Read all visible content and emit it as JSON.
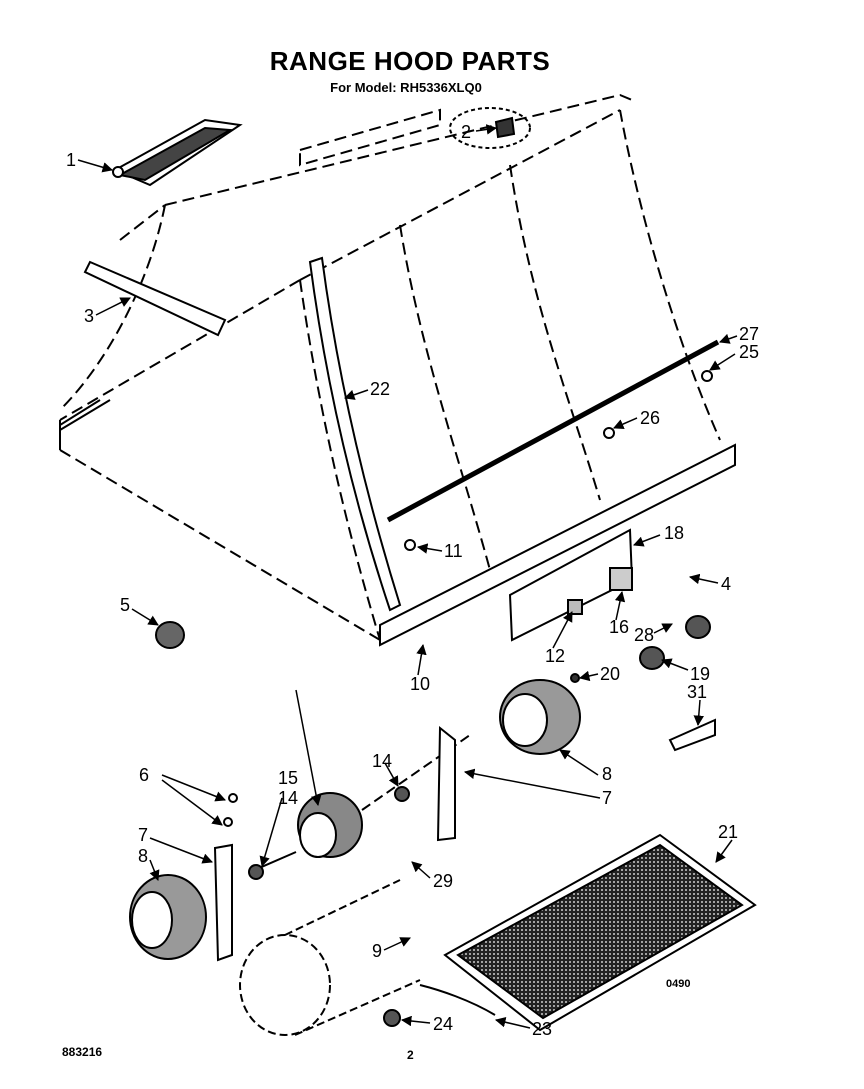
{
  "header": {
    "title": "RANGE HOOD PARTS",
    "model_line": "For Model: RH5336XLQ0"
  },
  "footer": {
    "doc_number": "883216",
    "page_number": "2",
    "date_code": "0490"
  },
  "callouts": [
    "1",
    "2",
    "3",
    "4",
    "5",
    "6",
    "7",
    "7",
    "8",
    "8",
    "9",
    "10",
    "11",
    "12",
    "14",
    "14",
    "15",
    "16",
    "18",
    "19",
    "20",
    "21",
    "22",
    "23",
    "24",
    "25",
    "26",
    "27",
    "28",
    "29",
    "31"
  ],
  "colors": {
    "ink": "#000000",
    "paper": "#ffffff"
  }
}
